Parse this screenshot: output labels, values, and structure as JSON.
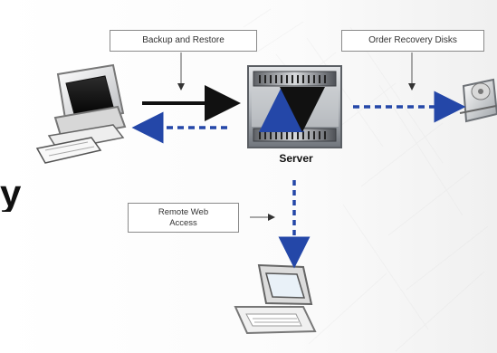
{
  "diagram": {
    "callouts": {
      "backup_restore": "Backup and Restore",
      "order_recovery": "Order Recovery Disks",
      "remote_line1": "Remote Web",
      "remote_line2": "Access"
    },
    "server_label": "Server",
    "left_fragment": "y",
    "colors": {
      "black_arrow": "#111111",
      "blue_arrow": "#2447a8",
      "server_gray": "#8f9296"
    }
  }
}
